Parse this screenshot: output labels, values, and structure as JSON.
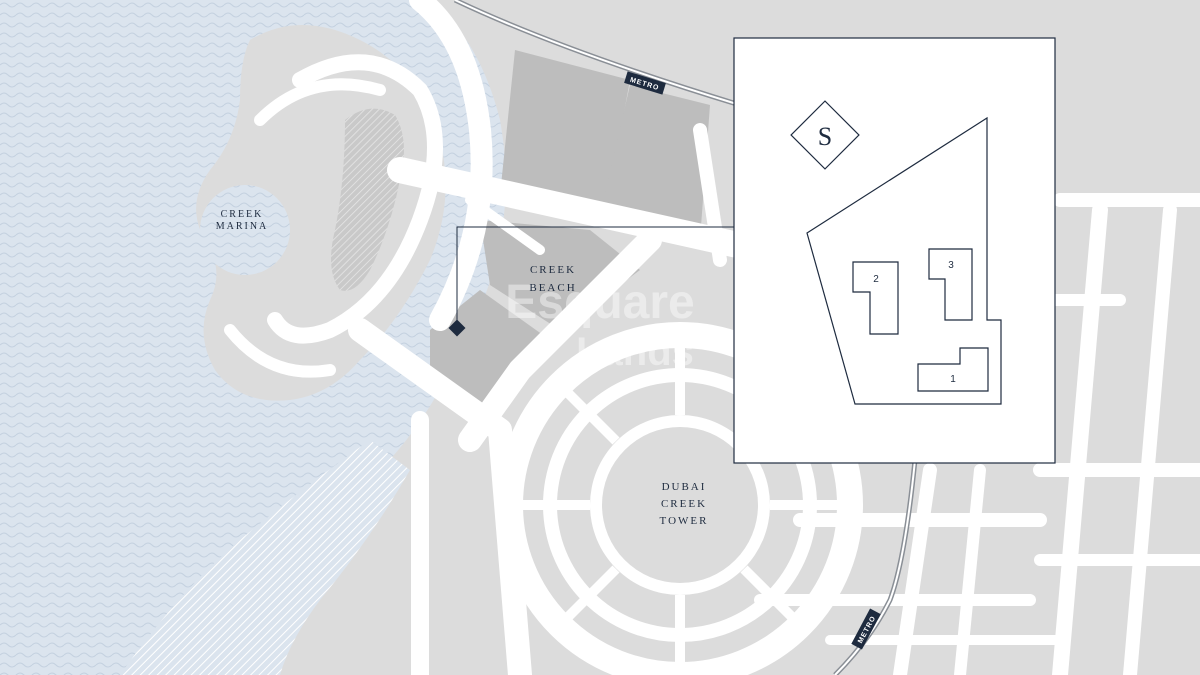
{
  "map": {
    "labels": {
      "creek_marina": [
        "CREEK",
        "MARINA"
      ],
      "creek_beach": [
        "CREEK",
        "BEACH"
      ],
      "dubai_creek_tower": [
        "DUBAI",
        "CREEK",
        "TOWER"
      ]
    },
    "metro_tags": [
      "METRO",
      "METRO"
    ],
    "watermark": [
      "Esquare",
      "Lands"
    ],
    "colors": {
      "water": "#dbe4ee",
      "land": "#dcdcdc",
      "road": "#ffffff",
      "plot": "#bdbdbd",
      "navy": "#1e2b3f",
      "metro_line": "#8a8f96"
    }
  },
  "inset": {
    "logo_letter": "S",
    "buildings": [
      "2",
      "3",
      "1"
    ]
  },
  "marker": {
    "icon": "diamond-marker-icon"
  }
}
